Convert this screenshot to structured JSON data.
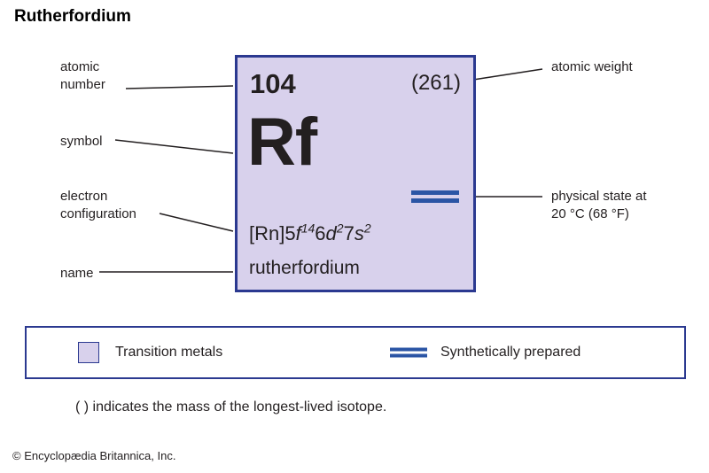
{
  "title": "Rutherfordium",
  "colors": {
    "cell_fill": "#d8d1ec",
    "border_blue": "#2b3990",
    "state_blue": "#2b55a5"
  },
  "cell": {
    "atomic_number": "104",
    "atomic_weight": "(261)",
    "symbol": "Rf",
    "electron_configuration": {
      "pre": "[Rn]5",
      "f": "f",
      "f_sup": "14",
      "mid": "6",
      "d": "d",
      "d_sup": "2",
      "mid2": "7",
      "s": "s",
      "s_sup": "2"
    },
    "name": "rutherfordium"
  },
  "labels": {
    "atomic_number": "atomic number",
    "symbol": "symbol",
    "electron_configuration": "electron configuration",
    "name": "name",
    "atomic_weight": "atomic weight",
    "physical_state": "physical state at 20 °C (68 °F)"
  },
  "legend": {
    "transition_metals": "Transition metals",
    "synthetically_prepared": "Synthetically prepared"
  },
  "footnote": "( ) indicates the mass of the longest-lived isotope.",
  "copyright": "© Encyclopædia Britannica, Inc."
}
